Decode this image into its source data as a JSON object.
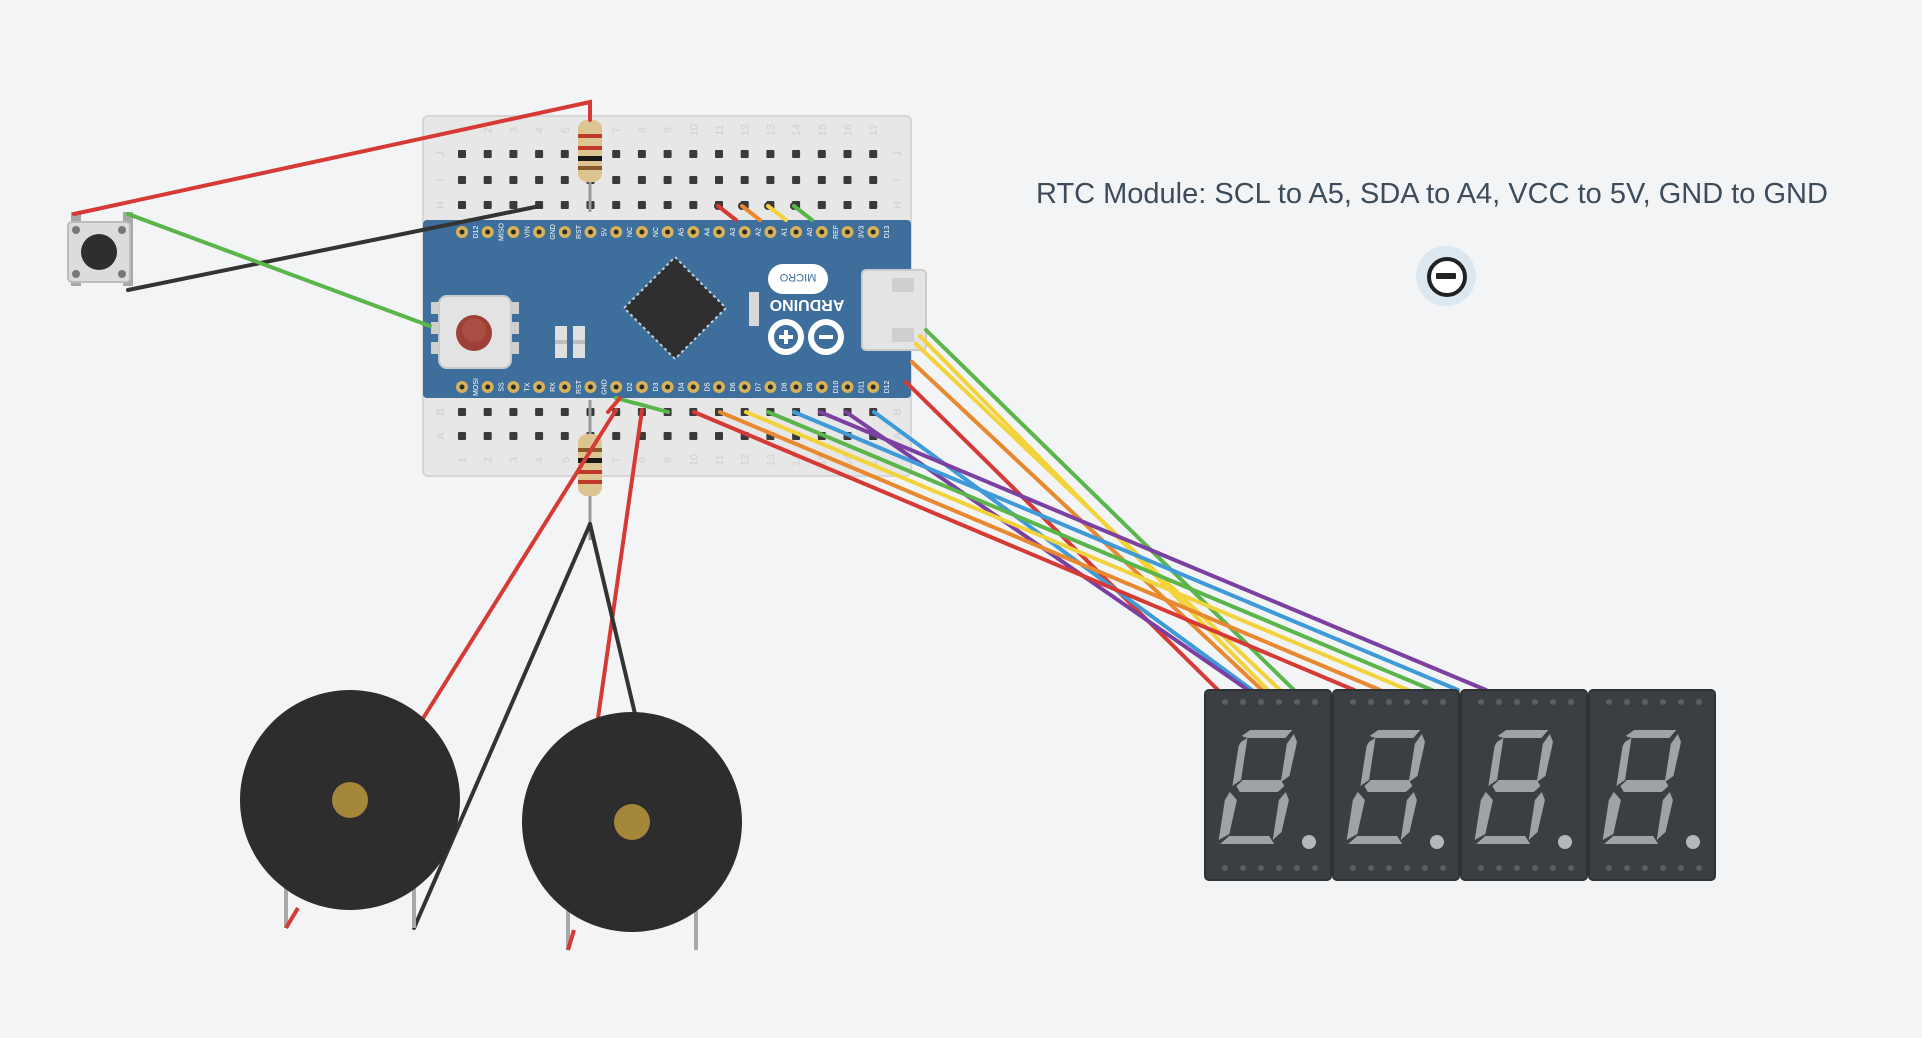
{
  "annotation": {
    "text": "RTC Module: SCL to A5, SDA to A4, VCC to 5V, GND to GND"
  },
  "board": {
    "brand": "ARDUINO",
    "model_badge": "MICRO",
    "top_pin_labels": [
      "D12",
      "MISO",
      "VIN",
      "GND",
      "RST",
      "5V",
      "NC",
      "NC",
      "A5",
      "A4",
      "A3",
      "A2",
      "A1",
      "A0",
      "REF",
      "3V3",
      "D13"
    ],
    "bottom_pin_labels": [
      "MOSI",
      "SS",
      "TX",
      "RX",
      "RST",
      "GND",
      "D2",
      "D3",
      "D4",
      "D5",
      "D6",
      "D7",
      "D8",
      "D9",
      "D10",
      "D11",
      "D12"
    ]
  },
  "breadboard": {
    "column_numbers": [
      "1",
      "2",
      "3",
      "4",
      "5",
      "6",
      "7",
      "8",
      "9",
      "10",
      "11",
      "12",
      "13",
      "14",
      "15",
      "16",
      "17"
    ],
    "top_row_letters": [
      "J",
      "I",
      "H"
    ],
    "bottom_row_letters": [
      "B",
      "A"
    ]
  },
  "colors": {
    "background": "#f3f4f6",
    "board": "#3e6e9c",
    "wire_red": "#d63a35",
    "wire_black": "#333333",
    "wire_green": "#5ab54b",
    "wire_yellow": "#f2d33b",
    "wire_orange": "#e8892f",
    "wire_blue": "#3f9ad8",
    "wire_purple": "#7b40a0",
    "buzzer": "#2d2d2d",
    "buzzer_center": "#a4873b",
    "display": "#3b3f43",
    "segment": "#9fa3a6"
  },
  "icons": {
    "zoom_out": "minus-circle-icon"
  }
}
